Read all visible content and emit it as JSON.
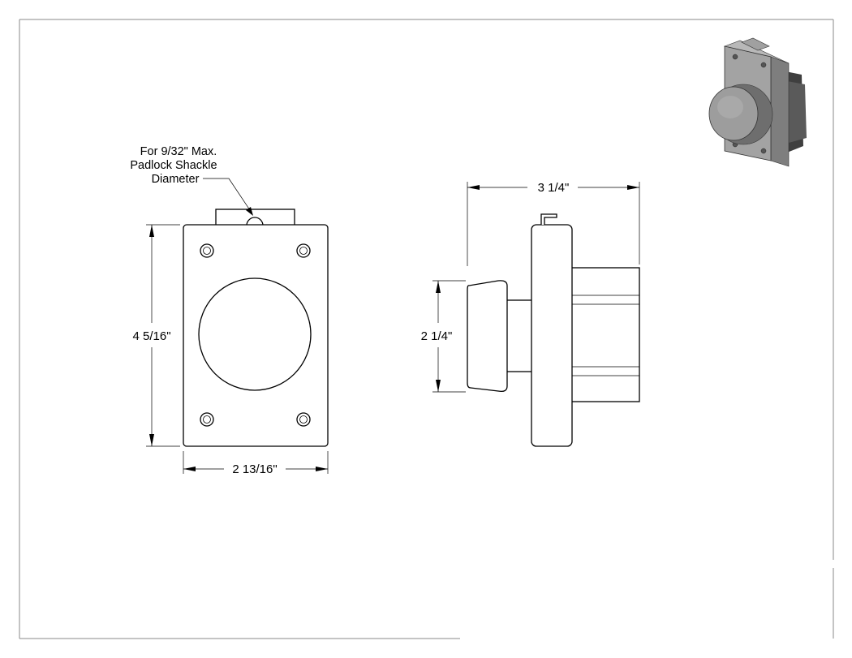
{
  "annotations": {
    "padlock_note": [
      "For 9/32\" Max.",
      "Padlock Shackle",
      "Diameter"
    ]
  },
  "dimensions": {
    "front_height": "4 5/16\"",
    "front_width": "2 13/16\"",
    "side_depth": "3 1/4\"",
    "knob_diameter": "2 1/4\""
  },
  "colors": {
    "line": "#000000",
    "background": "#ffffff",
    "render_body": "#9a9a9a",
    "render_light": "#c8c8c8",
    "render_dark": "#4a4a4a"
  }
}
